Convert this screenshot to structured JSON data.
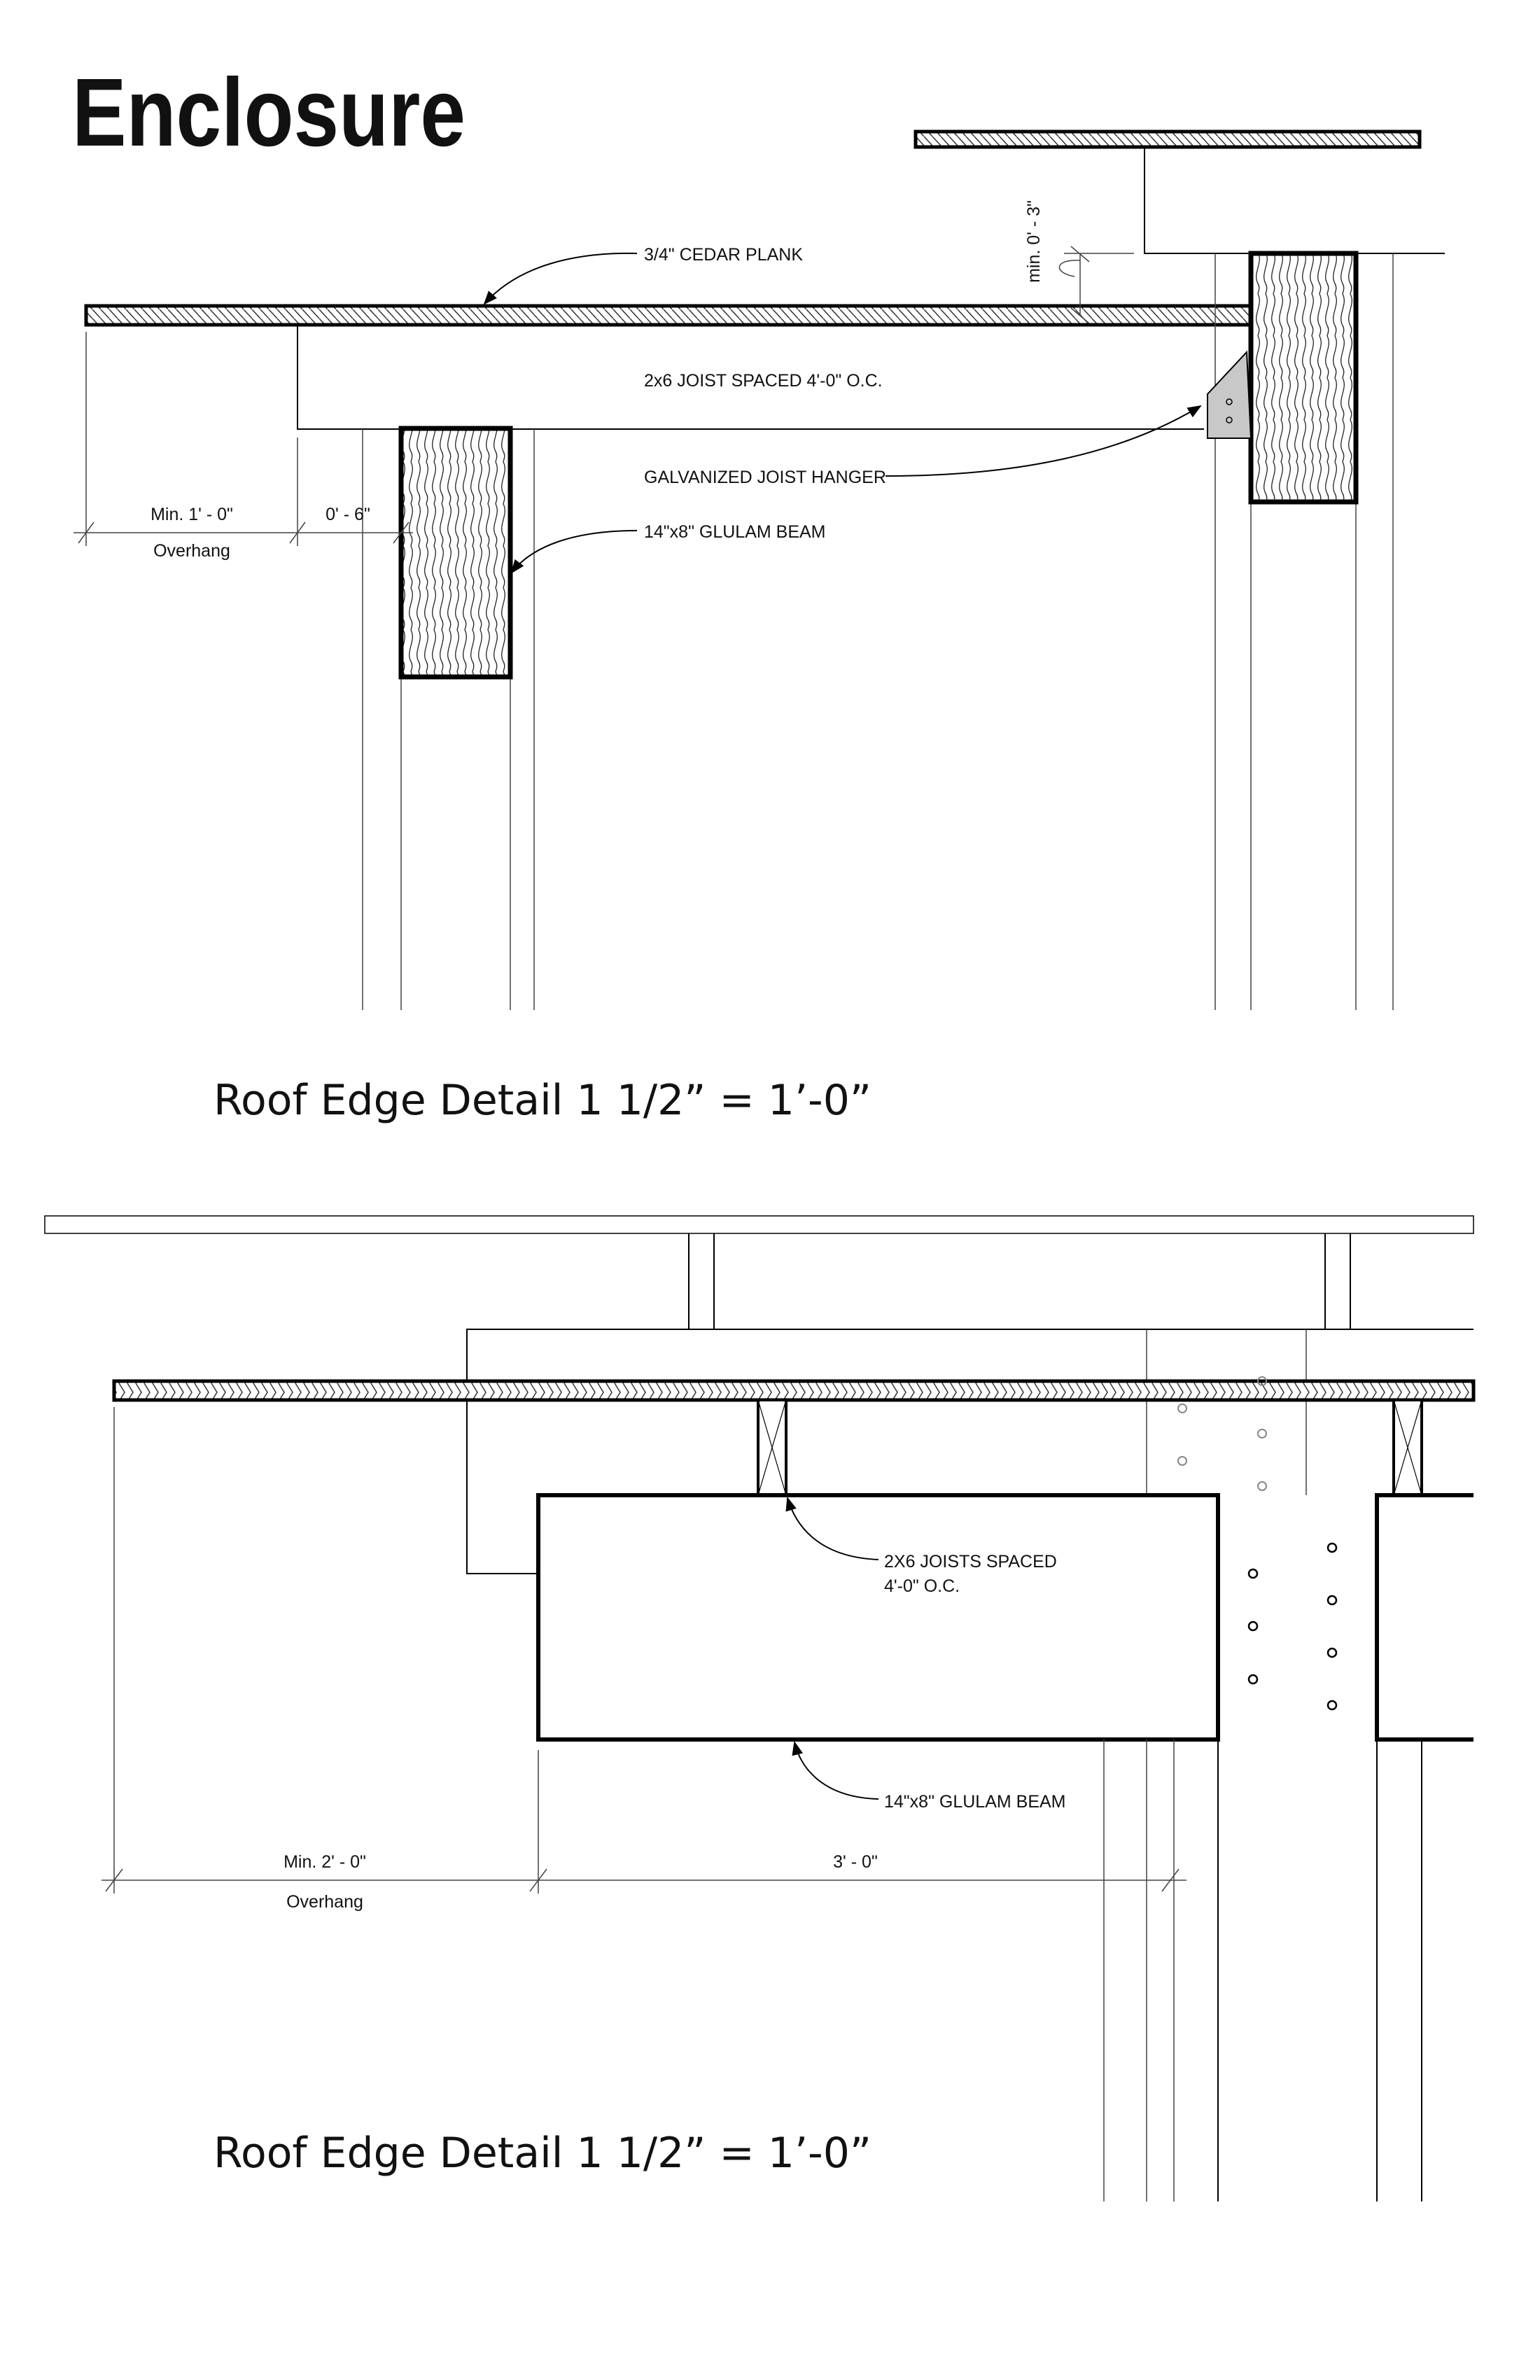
{
  "title": "Enclosure",
  "detail_top": {
    "caption": "Roof Edge Detail 1 1/2” = 1’-0”",
    "labels": {
      "cedar_plank": "3/4\" CEDAR PLANK",
      "joist": "2x6 JOIST SPACED 4'-0\" O.C.",
      "hanger": "GALVANIZED JOIST HANGER",
      "beam": "14\"x8\" GLULAM BEAM"
    },
    "dimensions": {
      "overhang_value": "Min. 1' - 0\"",
      "overhang_label": "Overhang",
      "offset": "0' - 6\"",
      "min_gap": "min. 0' - 3\""
    }
  },
  "detail_bottom": {
    "caption": "Roof Edge Detail 1 1/2” = 1’-0”",
    "labels": {
      "joists_line1": "2X6 JOISTS SPACED",
      "joists_line2": "4'-0\" O.C.",
      "beam": "14\"x8\" GLULAM BEAM"
    },
    "dimensions": {
      "overhang_value": "Min. 2' - 0\"",
      "overhang_label": "Overhang",
      "span": "3' - 0\""
    }
  },
  "colors": {
    "line": "#000000",
    "hanger_fill": "#c8c8c8"
  }
}
